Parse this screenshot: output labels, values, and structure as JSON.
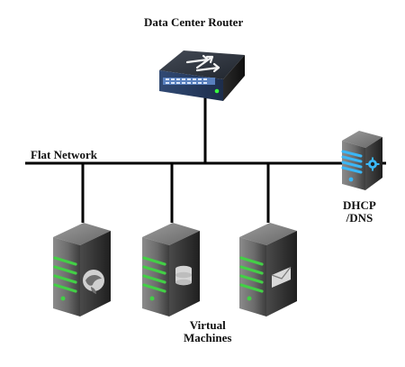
{
  "diagram": {
    "router_label": "Data Center Router",
    "network_label": "Flat Network",
    "dhcp_label_line1": "DHCP",
    "dhcp_label_line2": "/DNS",
    "vm_label_line1": "Virtual",
    "vm_label_line2": "Machines"
  },
  "icons": {
    "router": "router-icon",
    "dhcp_server": "gear-server-icon",
    "vm1": "globe-server-icon",
    "vm2": "database-server-icon",
    "vm3": "mail-server-icon"
  },
  "colors": {
    "line": "#000000",
    "router_body": "#2a3b5f",
    "server_body": "#8b8b8b",
    "green_stripe": "#43cf46",
    "blue_stripe": "#39b7f7"
  }
}
